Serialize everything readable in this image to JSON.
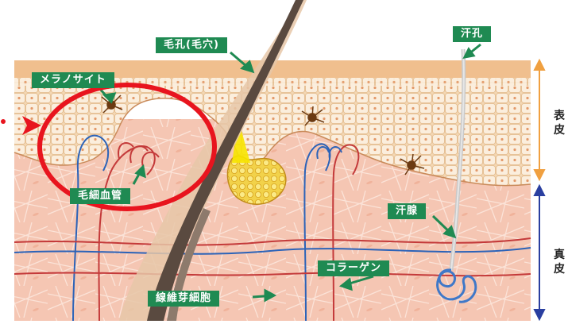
{
  "labels": {
    "pore": "毛孔(毛穴)",
    "sweat_pore": "汗孔",
    "melanocyte": "メラノサイト",
    "capillary": "毛細血管",
    "sweat_gland": "汗腺",
    "collagen": "コラーゲン",
    "fibroblast": "線維芽細胞"
  },
  "layers": {
    "epidermis": [
      "表",
      "皮"
    ],
    "dermis": [
      "真",
      "皮"
    ]
  },
  "colors": {
    "label_bg": "#1f8a52",
    "epidermis_arrow": "#f0a040",
    "dermis_arrow": "#2a3fa0",
    "highlight_circle": "#e8141e",
    "skin_cells": "#f6dcb8",
    "dermis_tissue": "#f4c4b2",
    "hair": "#5a4a40"
  },
  "icons": [
    "red-arrow-pointer-icon"
  ]
}
